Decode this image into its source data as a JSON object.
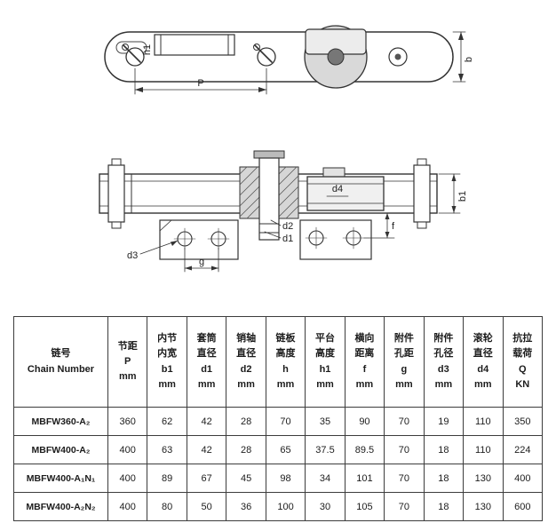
{
  "page": {
    "background": "#ffffff",
    "line_color": "#333333",
    "accent_gray": "#d9d9d9"
  },
  "drawing": {
    "top_view": {
      "p": "P",
      "h1": "h1",
      "b": "b"
    },
    "side_view": {
      "d1": "d1",
      "d2": "d2",
      "d3": "d3",
      "d4": "d4",
      "g": "g",
      "f": "f",
      "b1": "b1"
    }
  },
  "table": {
    "headers": [
      {
        "lines": [
          "链号",
          "Chain Number"
        ]
      },
      {
        "lines": [
          "节距",
          "P",
          "mm"
        ]
      },
      {
        "lines": [
          "内节",
          "内宽",
          "b1",
          "mm"
        ]
      },
      {
        "lines": [
          "套筒",
          "直径",
          "d1",
          "mm"
        ]
      },
      {
        "lines": [
          "销轴",
          "直径",
          "d2",
          "mm"
        ]
      },
      {
        "lines": [
          "链板",
          "高度",
          "h",
          "mm"
        ]
      },
      {
        "lines": [
          "平台",
          "高度",
          "h1",
          "mm"
        ]
      },
      {
        "lines": [
          "横向",
          "距离",
          "f",
          "mm"
        ]
      },
      {
        "lines": [
          "附件",
          "孔距",
          "g",
          "mm"
        ]
      },
      {
        "lines": [
          "附件",
          "孔径",
          "d3",
          "mm"
        ]
      },
      {
        "lines": [
          "滚轮",
          "直径",
          "d4",
          "mm"
        ]
      },
      {
        "lines": [
          "抗拉",
          "载荷",
          "Q",
          "KN"
        ]
      }
    ],
    "rows": [
      {
        "chain_number": "MBFW360-A₂",
        "values": [
          "360",
          "62",
          "42",
          "28",
          "70",
          "35",
          "90",
          "70",
          "19",
          "110",
          "350"
        ]
      },
      {
        "chain_number": "MBFW400-A₂",
        "values": [
          "400",
          "63",
          "42",
          "28",
          "65",
          "37.5",
          "89.5",
          "70",
          "18",
          "110",
          "224"
        ]
      },
      {
        "chain_number": "MBFW400-A₁N₁",
        "values": [
          "400",
          "89",
          "67",
          "45",
          "98",
          "34",
          "101",
          "70",
          "18",
          "130",
          "400"
        ]
      },
      {
        "chain_number": "MBFW400-A₂N₂",
        "values": [
          "400",
          "80",
          "50",
          "36",
          "100",
          "30",
          "105",
          "70",
          "18",
          "130",
          "600"
        ]
      }
    ]
  }
}
